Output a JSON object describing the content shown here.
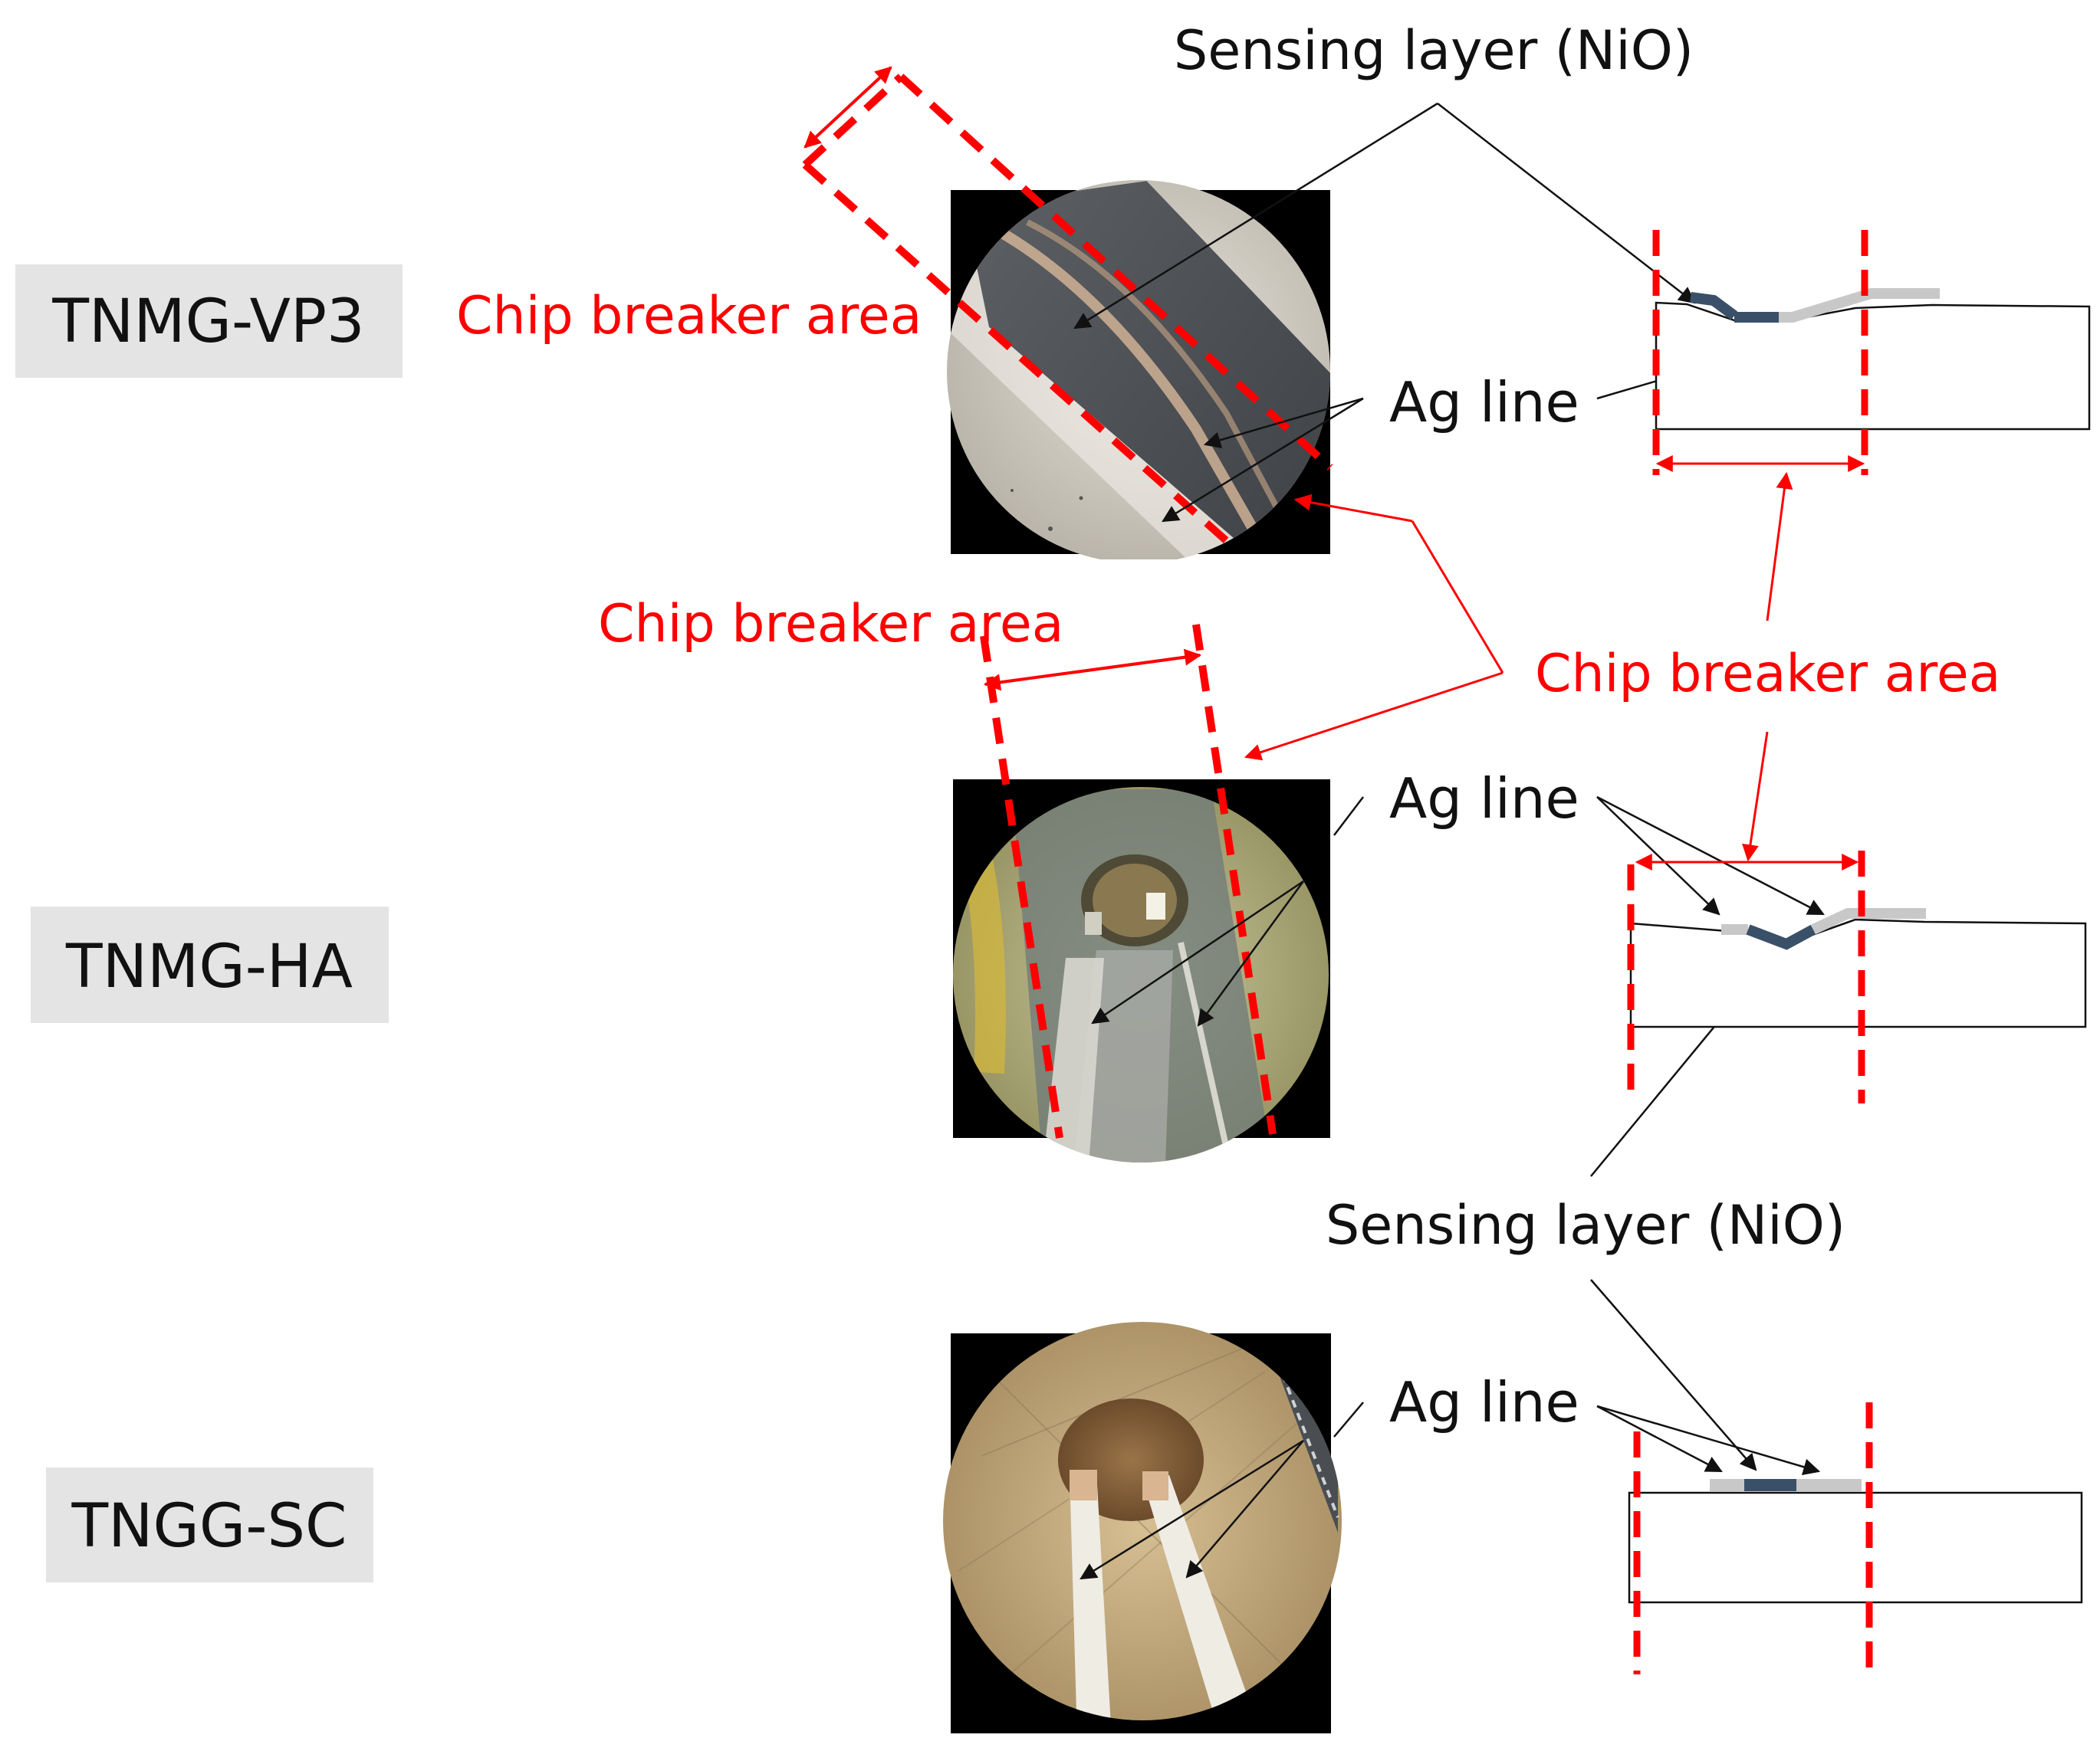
{
  "tools": [
    {
      "name": "TNMG-VP3"
    },
    {
      "name": "TNMG-HA"
    },
    {
      "name": "TNGG-SC"
    }
  ],
  "labels": {
    "sensing_layer": "Sensing layer (NiO)",
    "ag_line": "Ag line",
    "chip_breaker_area": "Chip breaker area"
  },
  "colors": {
    "red": "#ff0000",
    "sensing_layer": "#3a5068",
    "ag_line": "#c8c8c8",
    "label_box": "#e4e4e4",
    "text": "#111111"
  }
}
